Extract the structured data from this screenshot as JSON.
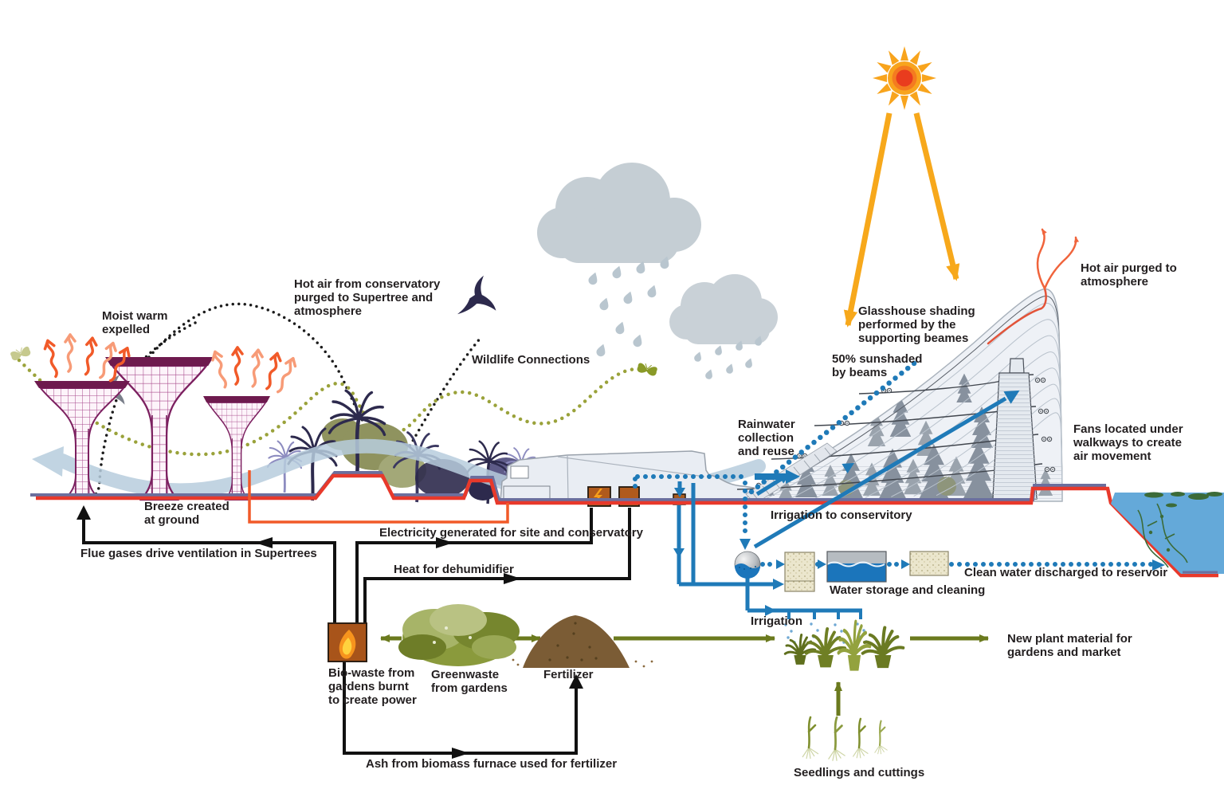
{
  "labels": {
    "moist_warm": "Moist warm\nexpelled",
    "hot_air_supertree": "Hot air from conservatory\npurged to Supertree and\natmosphere",
    "wildlife": "Wildlife Connections",
    "glasshouse_shading": "Glasshouse shading\nperformed by the\nsupporting beames",
    "sunshaded": "50% sunshaded\nby beams",
    "hot_air_atmosphere": "Hot air purged to\natmosphere",
    "fans": "Fans located under\nwalkways to create\nair movement",
    "rainwater": "Rainwater\ncollection\nand reuse",
    "breeze": "Breeze created\nat ground",
    "flue": "Flue gases drive ventilation in Supertrees",
    "electricity": "Electricity generated for site and conservatory",
    "heat": "Heat for dehumidifier",
    "irrigation_conservatory": "Irrigation to conservitory",
    "water_storage": "Water storage and cleaning",
    "clean_water": "Clean water discharged to reservoir",
    "irrigation": "Irrigation",
    "biowaste": "Bio-waste from\ngardens burnt\nto create power",
    "greenwaste": "Greenwaste\nfrom gardens",
    "fertilizer": "Fertilizer",
    "new_plant": "New plant material for\ngardens and market",
    "ash": "Ash from biomass furnace used for fertilizer",
    "seedlings": "Seedlings and cuttings"
  },
  "colors": {
    "supertree_magenta": "#8c2a6a",
    "hot_air_orange": "#f15a29",
    "sun_orange": "#f7a81b",
    "pipe_blue": "#1f7ab8",
    "reservoir_blue": "#64a9d9",
    "breeze_blue": "#b7cddd",
    "olive_green": "#6b7a1e",
    "wildlife_olive": "#9aa23a",
    "ground_red": "#e8392b",
    "ground_slate": "#6b6f9e",
    "cloud_gray": "#c5ced4",
    "energy_black": "#1a1a1a",
    "furnace_brown": "#a8541a",
    "label_ink": "#231f20"
  },
  "icons": [
    "sun-icon",
    "rain-cloud-icon",
    "raindrop-icon",
    "supertree-icon",
    "palm-tree-icon",
    "conifer-icon",
    "butterfly-icon",
    "bird-icon",
    "furnace-icon",
    "generator-icon",
    "dehumidifier-icon",
    "water-sphere-icon",
    "filter-icon",
    "water-storage-tank-icon",
    "potted-plant-icon",
    "seedling-icon",
    "greenwaste-icon",
    "fertilizer-pile-icon",
    "conservatory-icon",
    "reservoir-icon",
    "fan-icon",
    "breeze-arrow-icon"
  ]
}
